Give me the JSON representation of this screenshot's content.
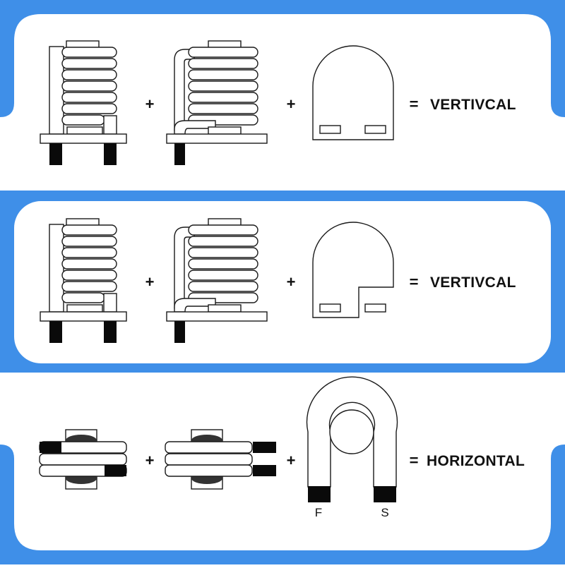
{
  "colors": {
    "frame_blue": "#3f8fe8",
    "panel_white": "#ffffff",
    "stroke": "#1a1a1a",
    "pin": "#0a0a0a",
    "core": "#333333"
  },
  "rows": [
    {
      "id": "row-1",
      "plus_1": "+",
      "plus_2": "+",
      "equals": "=",
      "result": "VERTIVCAL",
      "parts": [
        "vertical-coil-inductor-icon",
        "vertical-coil-inductor-bent-lead-icon",
        "arch-shape-two-slots-icon"
      ]
    },
    {
      "id": "row-2",
      "plus_1": "+",
      "plus_2": "+",
      "equals": "=",
      "result": "VERTIVCAL",
      "parts": [
        "vertical-coil-inductor-icon",
        "vertical-coil-inductor-bent-lead-icon",
        "arch-shape-stepped-icon"
      ]
    },
    {
      "id": "row-3",
      "plus_1": "+",
      "plus_2": "+",
      "equals": "=",
      "result": "HORIZONTAL",
      "parts": [
        "horizontal-coil-left-pins-icon",
        "horizontal-coil-right-pins-icon",
        "loop-coil-fs-icon"
      ],
      "pin_labels": {
        "left": "F",
        "right": "S"
      }
    }
  ]
}
